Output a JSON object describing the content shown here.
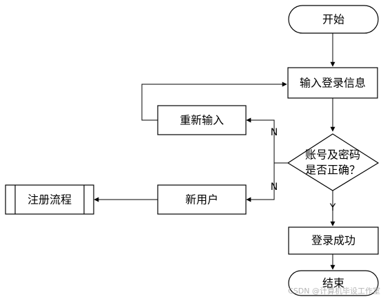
{
  "nodes": {
    "start": "开始",
    "input_login": "输入登录信息",
    "reinput": "重新输入",
    "decision_line1": "账号及密码",
    "decision_line2": "是否正确？",
    "new_user": "新用户",
    "register": "注册流程",
    "login_success": "登录成功",
    "end": "结束"
  },
  "edge_labels": {
    "no_reinput": "N",
    "no_new_user": "N",
    "yes": "Y"
  },
  "watermark": "CSDN @计算机毕设工作室"
}
